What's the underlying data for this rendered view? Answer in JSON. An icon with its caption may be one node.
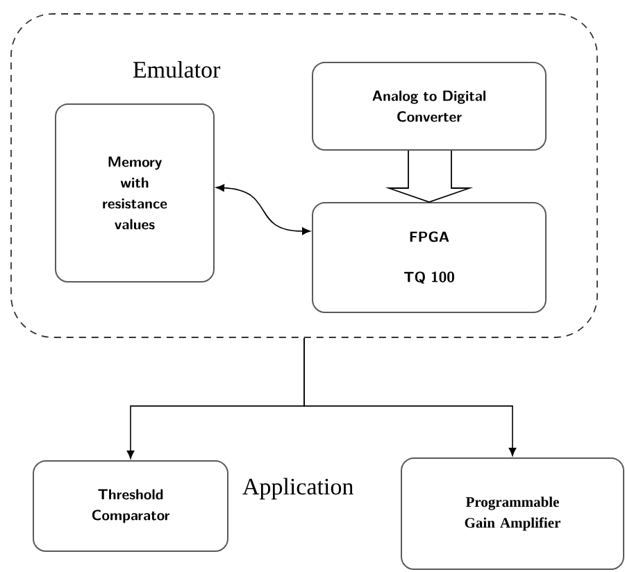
{
  "diagram": {
    "nodes": [
      {
        "text": [
          "Emulator"
        ]
      },
      {
        "text": [
          "Memory with resistance values"
        ],
        "in": 0
      },
      {
        "text": [
          "Analog to Digital Converter"
        ],
        "in": 0
      },
      {
        "text": [
          "FPGA",
          "TQ 100"
        ],
        "in": 0
      },
      {
        "text": [
          "Threshold Comparator"
        ]
      },
      {
        "text": [
          "Programmable Gain Amplifier"
        ]
      }
    ],
    "edges": [
      {
        "from": 1,
        "to": 3,
        "arrow": "both"
      },
      {
        "from": 2,
        "to": 3,
        "arrow": "to",
        "style": "thick"
      },
      {
        "from": 0,
        "to": 4,
        "arrow": "to"
      },
      {
        "from": 0,
        "to": 5,
        "arrow": "to"
      }
    ],
    "labels": [
      "Application"
    ]
  }
}
